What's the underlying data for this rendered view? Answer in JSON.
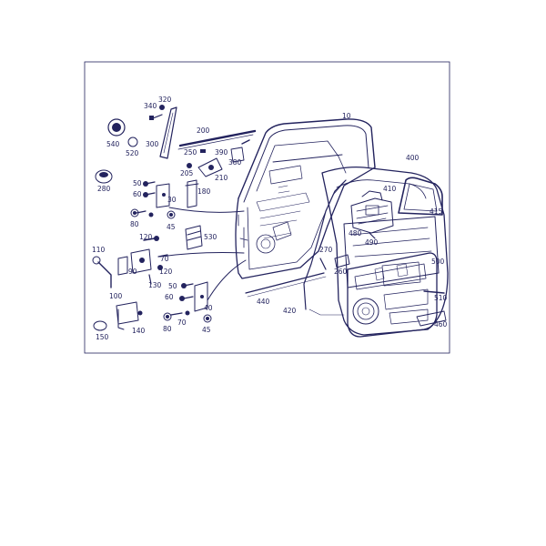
{
  "diagram": {
    "labels": [
      "10",
      "200",
      "300",
      "320",
      "340",
      "540",
      "520",
      "250",
      "390",
      "205",
      "210",
      "380",
      "280",
      "50",
      "60",
      "30",
      "180",
      "80",
      "45",
      "120",
      "530",
      "110",
      "90",
      "130",
      "70",
      "120",
      "50",
      "60",
      "40",
      "100",
      "80",
      "70",
      "45",
      "140",
      "150",
      "400",
      "410",
      "415",
      "480",
      "490",
      "270",
      "260",
      "500",
      "440",
      "420",
      "510",
      "460"
    ],
    "colors": {
      "line": "#23235e",
      "background": "#ffffff"
    }
  }
}
